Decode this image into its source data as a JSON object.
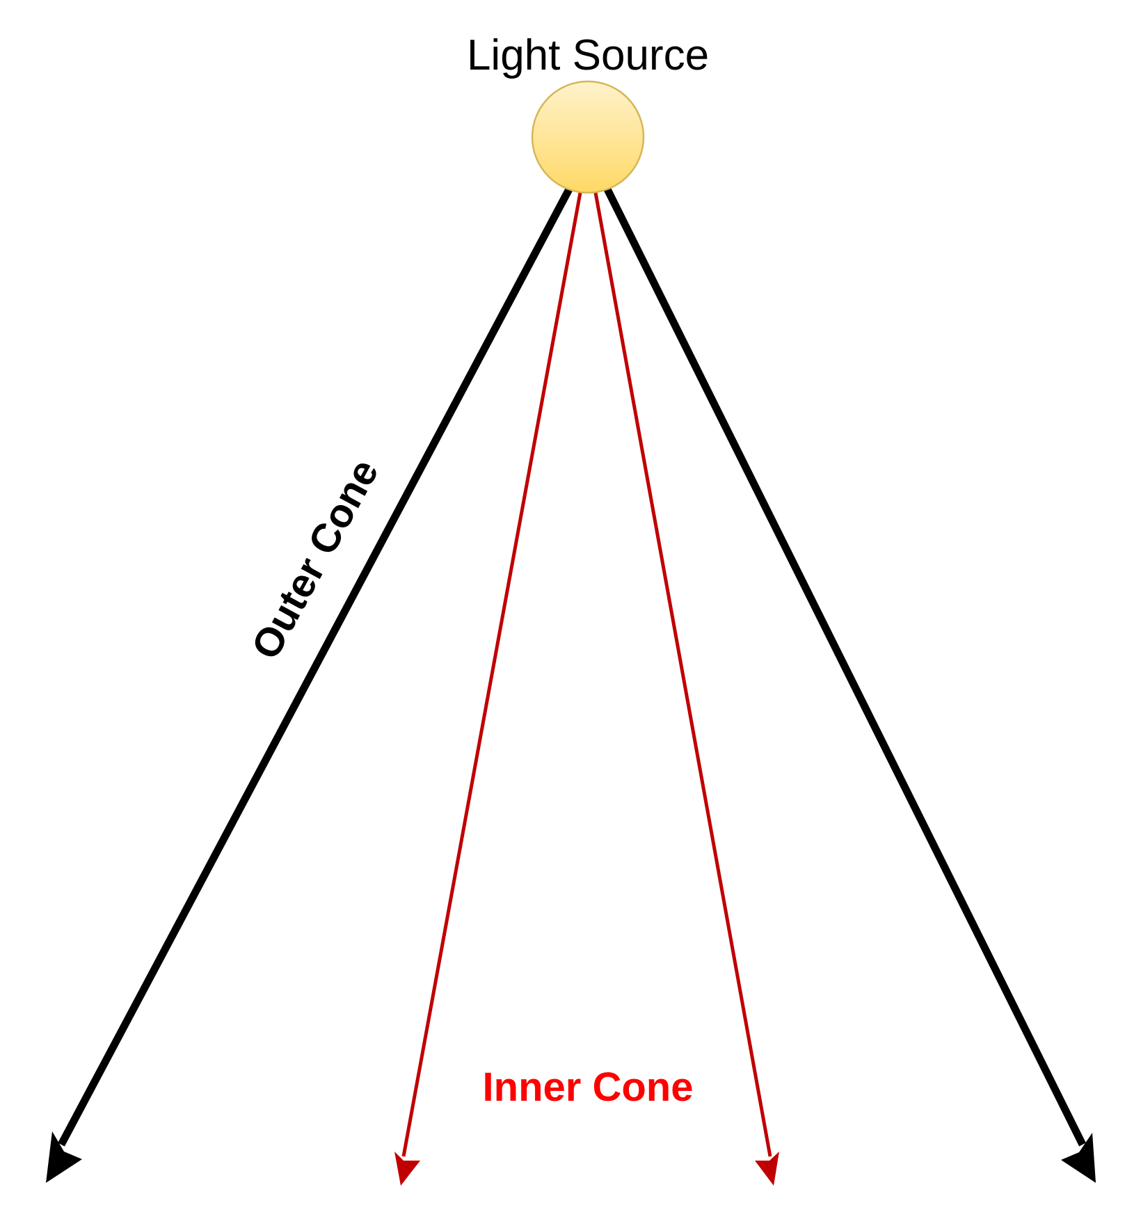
{
  "diagram": {
    "light_source": {
      "label": "Light Source"
    },
    "outer_cone": {
      "label": "Outer Cone",
      "color": "#000000"
    },
    "inner_cone": {
      "label": "Inner Cone",
      "color": "#ff0000",
      "ray_color": "#c00000"
    },
    "light_fill_top": "#fff2cc",
    "light_fill_bottom": "#ffd966",
    "light_stroke": "#d6b656"
  }
}
